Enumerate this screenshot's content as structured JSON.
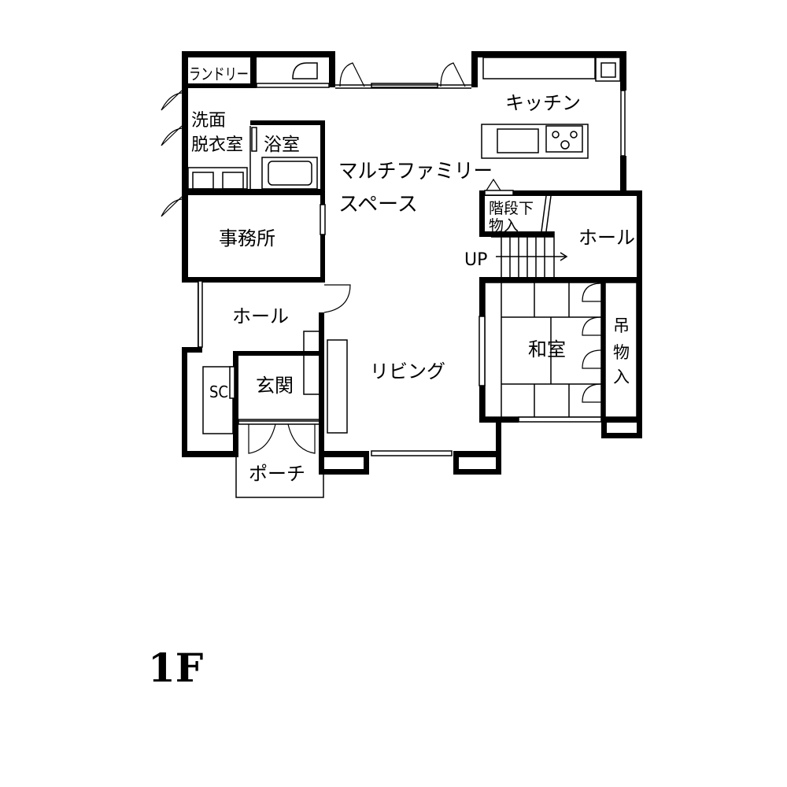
{
  "floor_label": "1F",
  "rooms": {
    "laundry": "ランドリー",
    "washroom_line1": "洗面",
    "washroom_line2": "脱衣室",
    "bath": "浴室",
    "office": "事務所",
    "multi_line1": "マルチファミリー",
    "multi_line2": "スペース",
    "kitchen": "キッチン",
    "under_stair_line1": "階段下",
    "under_stair_line2": "物入",
    "hall_upper": "ホール",
    "stairs_up": "UP",
    "hall_lower": "ホール",
    "sc": "SC",
    "entrance": "玄関",
    "living": "リビング",
    "washitsu": "和室",
    "hanging_storage_1": "吊",
    "hanging_storage_2": "物",
    "hanging_storage_3": "入",
    "porch": "ポーチ"
  }
}
